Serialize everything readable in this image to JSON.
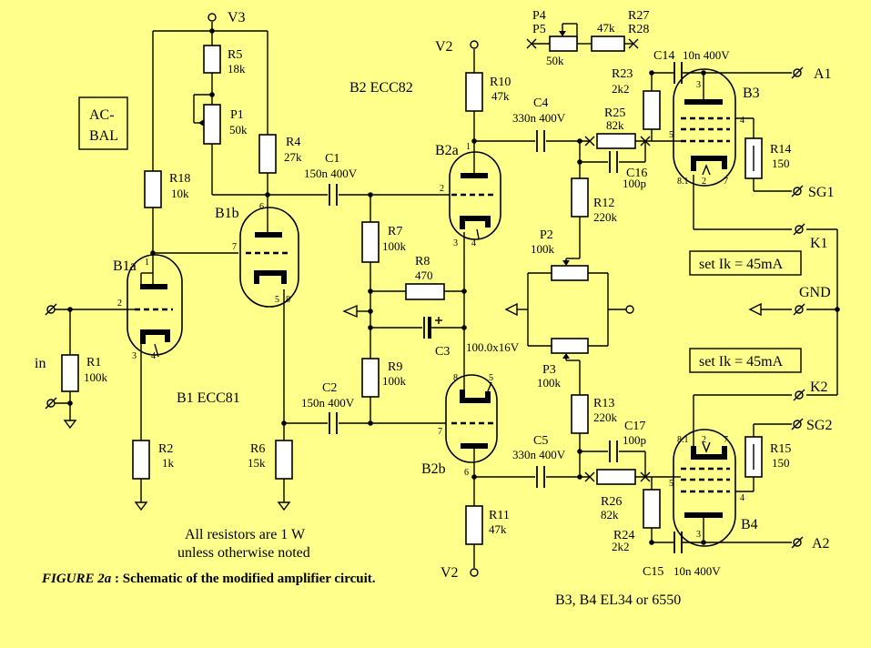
{
  "rails": {
    "v3": "V3",
    "v2_top": "V2",
    "v2_bottom": "V2"
  },
  "ac_bal": {
    "line1": "AC-",
    "line2": "BAL"
  },
  "tubes": {
    "b1a": "B1a",
    "b1b": "B1b",
    "b1_type": "B1 ECC81",
    "b2a": "B2a",
    "b2b": "B2b",
    "b2_type": "B2 ECC82",
    "b3": "B3",
    "b4": "B4",
    "b34_type": "B3, B4 EL34 or 6550"
  },
  "pins": {
    "b1a": [
      "1",
      "2",
      "3",
      "4"
    ],
    "b1b": [
      "6",
      "7",
      "5",
      "8"
    ],
    "b2a": [
      "1",
      "2",
      "3",
      "4"
    ],
    "b2b": [
      "8",
      "5",
      "7",
      "6"
    ],
    "b3": [
      "3",
      "5",
      "4",
      "8.1",
      "2",
      "7"
    ],
    "b4": [
      "3",
      "5",
      "4",
      "8.1",
      "2",
      "7"
    ]
  },
  "components": {
    "r1": {
      "name": "R1",
      "value": "100k"
    },
    "r2": {
      "name": "R2",
      "value": "1k"
    },
    "r4": {
      "name": "R4",
      "value": "27k"
    },
    "r5": {
      "name": "R5",
      "value": "18k"
    },
    "p1": {
      "name": "P1",
      "value": "50k"
    },
    "r6": {
      "name": "R6",
      "value": "15k"
    },
    "r18": {
      "name": "R18",
      "value": "10k"
    },
    "c1": {
      "name": "C1",
      "value": "150n 400V"
    },
    "c2": {
      "name": "C2",
      "value": "150n 400V"
    },
    "r7": {
      "name": "R7",
      "value": "100k"
    },
    "r8": {
      "name": "R8",
      "value": "470"
    },
    "r9": {
      "name": "R9",
      "value": "100k"
    },
    "c3": {
      "name": "C3",
      "value": "100.0x16V"
    },
    "r10": {
      "name": "R10",
      "value": "47k"
    },
    "r11": {
      "name": "R11",
      "value": "47k"
    },
    "c4": {
      "name": "C4",
      "value": "330n 400V"
    },
    "c5": {
      "name": "C5",
      "value": "330n 400V"
    },
    "p4p5": {
      "name1": "P4",
      "name2": "P5",
      "value": "50k"
    },
    "r27r28": {
      "name1": "R27",
      "name2": "R28",
      "value": "47k"
    },
    "r12": {
      "name": "R12",
      "value": "220k"
    },
    "r13": {
      "name": "R13",
      "value": "220k"
    },
    "p2": {
      "name": "P2",
      "value": "100k"
    },
    "p3": {
      "name": "P3",
      "value": "100k"
    },
    "r23": {
      "name": "R23",
      "value": "2k2"
    },
    "r24": {
      "name": "R24",
      "value": "2k2"
    },
    "r25": {
      "name": "R25",
      "value": "82k"
    },
    "r26": {
      "name": "R26",
      "value": "82k"
    },
    "c14": {
      "name": "C14",
      "value": "10n 400V"
    },
    "c15": {
      "name": "C15",
      "value": "10n 400V"
    },
    "c16": {
      "name": "C16",
      "value": "100p"
    },
    "c17": {
      "name": "C17",
      "value": "100p"
    },
    "r14": {
      "name": "R14",
      "value": "150"
    },
    "r15": {
      "name": "R15",
      "value": "150"
    }
  },
  "terminals": {
    "in": "in",
    "a1": "A1",
    "a2": "A2",
    "sg1": "SG1",
    "sg2": "SG2",
    "k1": "K1",
    "k2": "K2",
    "gnd": "GND"
  },
  "notes": {
    "set_ik_1": "set Ik = 45mA",
    "set_ik_2": "set Ik = 45mA",
    "resistor_note_1": "All resistors are 1 W",
    "resistor_note_2": "unless otherwise noted"
  },
  "caption": {
    "figure": "FIGURE 2a",
    "text": " : Schematic of the modified amplifier circuit."
  }
}
